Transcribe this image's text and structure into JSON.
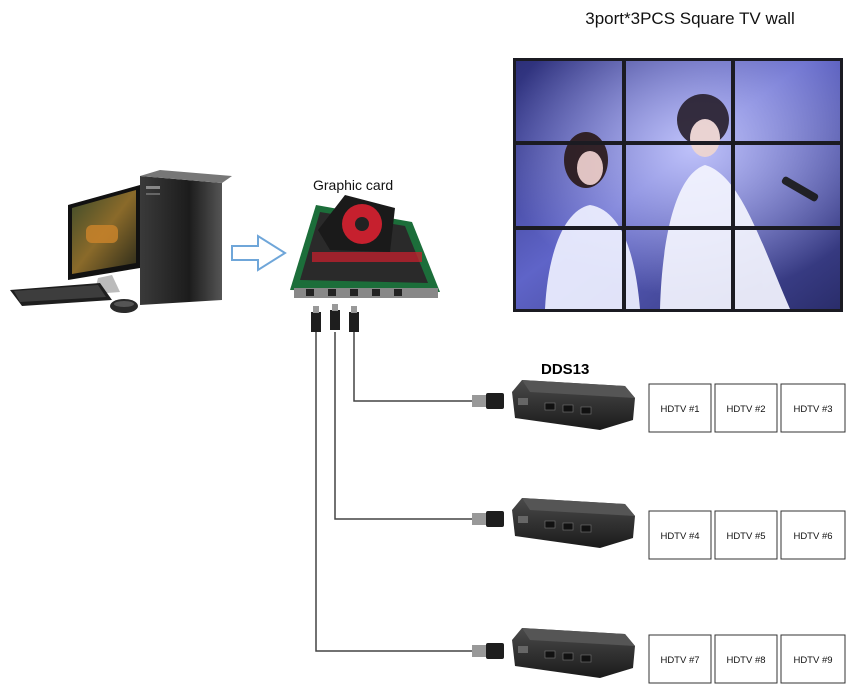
{
  "title": "3port*3PCS Square TV wall",
  "graphic_card_label": "Graphic card",
  "device_label": "DDS13",
  "hdtv_rows": [
    [
      "HDTV #1",
      "HDTV #2",
      "HDTV #3"
    ],
    [
      "HDTV #4",
      "HDTV #5",
      "HDTV #6"
    ],
    [
      "HDTV #7",
      "HDTV #8",
      "HDTV #9"
    ]
  ],
  "icons": {
    "computer": "desktop-computer-icon",
    "arrow": "right-arrow-icon",
    "graphics_card": "graphics-card-icon",
    "video_wall": "tv-wall-photo",
    "splitter": "splitter-box-icon",
    "cable_plug": "displayport-plug-icon"
  },
  "colors": {
    "arrow_outline": "#6fa6d9",
    "card_red": "#c6202e",
    "splitter_body": "#2a2a2a",
    "cable": "#444444",
    "wall_frame": "#1b1b22",
    "wall_tint": "#4a4fa8"
  }
}
